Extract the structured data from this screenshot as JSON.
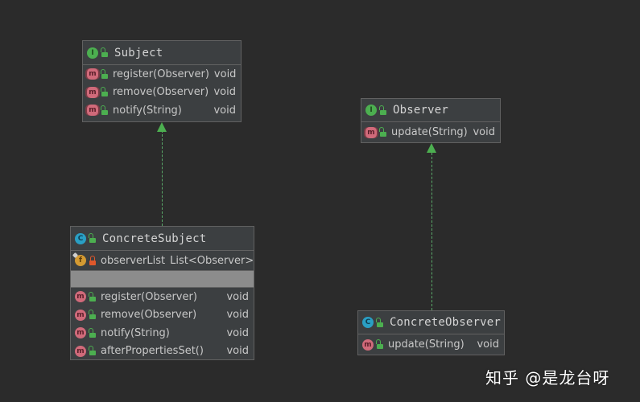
{
  "diagram": {
    "type": "UML class diagram",
    "background": "#2b2b2b",
    "nodes": [
      {
        "id": "subject",
        "name": "Subject",
        "kind": "interface",
        "kind_icon": "I",
        "fields": [],
        "methods": [
          {
            "icon": "abstract-method-icon",
            "name": "register(Observer)",
            "type": "void"
          },
          {
            "icon": "abstract-method-icon",
            "name": "remove(Observer)",
            "type": "void"
          },
          {
            "icon": "abstract-method-icon",
            "name": "notify(String)",
            "type": "void"
          }
        ]
      },
      {
        "id": "observer",
        "name": "Observer",
        "kind": "interface",
        "kind_icon": "I",
        "fields": [],
        "methods": [
          {
            "icon": "abstract-method-icon",
            "name": "update(String)",
            "type": "void"
          }
        ]
      },
      {
        "id": "concrete-subject",
        "name": "ConcreteSubject",
        "kind": "class",
        "kind_icon": "C",
        "fields": [
          {
            "icon": "field-icon",
            "icon_label": "f",
            "visibility": "private",
            "name": "observerList",
            "type": "List<Observer>"
          }
        ],
        "methods": [
          {
            "icon": "method-icon",
            "name": "register(Observer)",
            "type": "void"
          },
          {
            "icon": "method-icon",
            "name": "remove(Observer)",
            "type": "void"
          },
          {
            "icon": "method-icon",
            "name": "notify(String)",
            "type": "void"
          },
          {
            "icon": "method-icon",
            "name": "afterPropertiesSet()",
            "type": "void"
          }
        ]
      },
      {
        "id": "concrete-observer",
        "name": "ConcreteObserver",
        "kind": "class",
        "kind_icon": "C",
        "fields": [],
        "methods": [
          {
            "icon": "method-icon",
            "name": "update(String)",
            "type": "void"
          }
        ]
      }
    ],
    "edges": [
      {
        "from": "ConcreteSubject",
        "to": "Subject",
        "relation": "implements",
        "style": "dashed",
        "color": "#4caf50"
      },
      {
        "from": "ConcreteObserver",
        "to": "Observer",
        "relation": "implements",
        "style": "dashed",
        "color": "#4caf50"
      }
    ],
    "method_icon_label": "m"
  },
  "watermark": "知乎 @是龙台呀"
}
